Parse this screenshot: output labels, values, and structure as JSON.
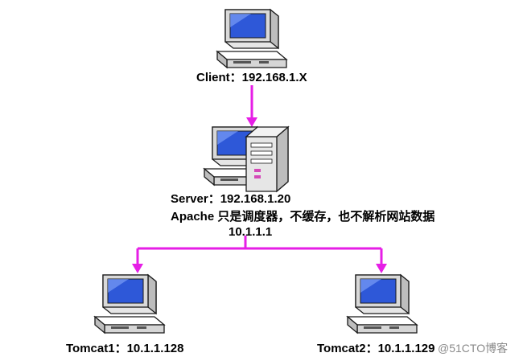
{
  "colors": {
    "connector": "#e61ee6",
    "screen": "#2e58d8",
    "case": "#d9d9d9",
    "outline": "#1a1a1a"
  },
  "nodes": {
    "client": {
      "label": "Client：192.168.1.X",
      "icon": "desktop-computer-icon"
    },
    "server": {
      "line1": "Server：192.168.1.20",
      "line2": "Apache 只是调度器，不缓存，也不解析网站数据",
      "line3": "10.1.1.1",
      "icon": "server-computer-icon"
    },
    "tomcat1": {
      "label": "Tomcat1：10.1.1.128",
      "icon": "desktop-computer-icon"
    },
    "tomcat2": {
      "label": "Tomcat2：10.1.1.129",
      "icon": "desktop-computer-icon"
    }
  },
  "watermark": "@51CTO博客"
}
